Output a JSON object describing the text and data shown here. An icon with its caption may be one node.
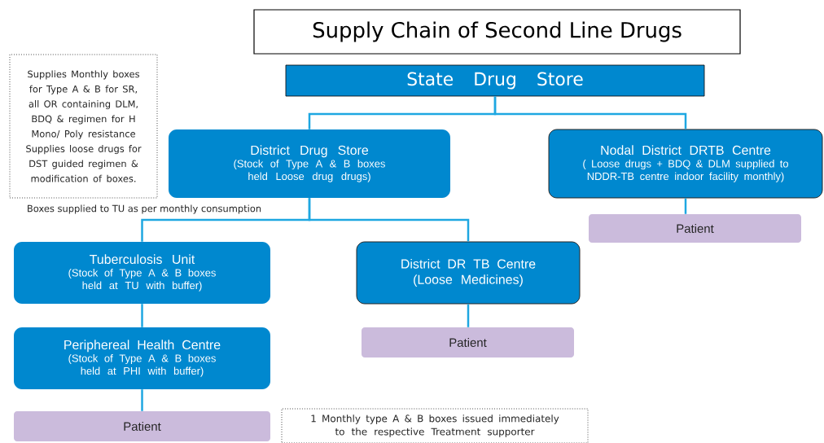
{
  "diagram": {
    "title": "Supply Chain of Second Line Drugs",
    "nodes": [
      {
        "text": [
          "State Drug Store"
        ]
      },
      {
        "text": [
          "Supplies Monthly boxes for Type A & B for SR, all OR containing DLM, BDQ & regimen for H Mono/ Poly resistance Supplies loose drugs for DST guided regimen & modification of boxes."
        ]
      },
      {
        "text": [
          "District Drug Store",
          "(Stock of Type A & B boxes held Loose drug drugs)"
        ]
      },
      {
        "text": [
          "Nodal District DRTB Centre",
          "( Loose drugs + BDQ & DLM supplied to NDDR-TB centre indoor facility monthly)"
        ]
      },
      {
        "text": [
          "Patient"
        ]
      },
      {
        "text": [
          "Tuberculosis Unit",
          "(Stock of Type A & B boxes held at TU with buffer)"
        ]
      },
      {
        "text": [
          "District DR TB Centre",
          "(Loose Medicines)"
        ]
      },
      {
        "text": [
          "Patient"
        ]
      },
      {
        "text": [
          "Periphereal Health Centre",
          "(Stock of Type A & B boxes held at PHI with buffer)"
        ]
      },
      {
        "text": [
          "Patient"
        ]
      },
      {
        "text": [
          "1 Monthly type A & B boxes issued immediately to the respective Treatment supporter"
        ]
      }
    ],
    "edges": [
      {
        "from": 0,
        "to": 2,
        "arrow": "none"
      },
      {
        "from": 0,
        "to": 3,
        "arrow": "none"
      },
      {
        "from": 3,
        "to": 4,
        "arrow": "none"
      },
      {
        "from": 2,
        "to": 5,
        "arrow": "none"
      },
      {
        "from": 2,
        "to": 6,
        "arrow": "none"
      },
      {
        "from": 5,
        "to": 8,
        "arrow": "none"
      },
      {
        "from": 8,
        "to": 9,
        "arrow": "none"
      },
      {
        "from": 6,
        "to": 7,
        "arrow": "none"
      }
    ],
    "labels": [
      "Boxes supplied to TU as per monthly consumption"
    ]
  }
}
